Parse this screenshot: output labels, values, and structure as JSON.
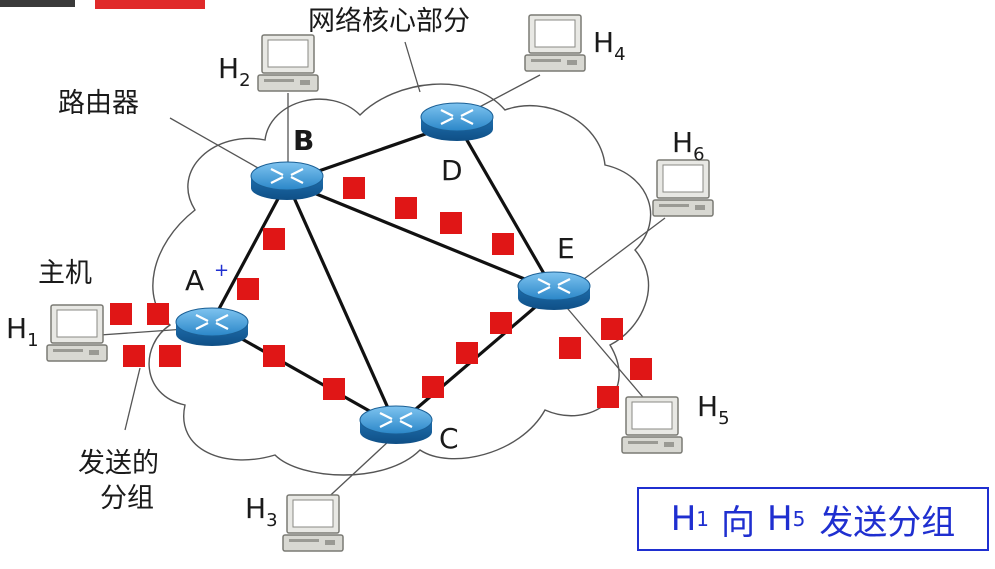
{
  "labels": {
    "core": "网络核心部分",
    "router": "路由器",
    "host": "主机",
    "sent_packets_line1": "发送的",
    "sent_packets_line2": "分组"
  },
  "routers": [
    {
      "id": "A",
      "label": "A"
    },
    {
      "id": "B",
      "label": "B"
    },
    {
      "id": "C",
      "label": "C"
    },
    {
      "id": "D",
      "label": "D"
    },
    {
      "id": "E",
      "label": "E"
    }
  ],
  "hosts": [
    {
      "id": "H1",
      "base": "H",
      "sub": "1"
    },
    {
      "id": "H2",
      "base": "H",
      "sub": "2"
    },
    {
      "id": "H3",
      "base": "H",
      "sub": "3"
    },
    {
      "id": "H4",
      "base": "H",
      "sub": "4"
    },
    {
      "id": "H5",
      "base": "H",
      "sub": "5"
    },
    {
      "id": "H6",
      "base": "H",
      "sub": "6"
    }
  ],
  "caption": {
    "h1": "H",
    "h1_sub": "1",
    "to": "向",
    "h5": "H",
    "h5_sub": "5",
    "rest": "发送分组"
  },
  "colors": {
    "packet": "#e01616",
    "caption": "#1f2fd0",
    "router_fill": "#2e8fd0",
    "link": "#111111"
  }
}
